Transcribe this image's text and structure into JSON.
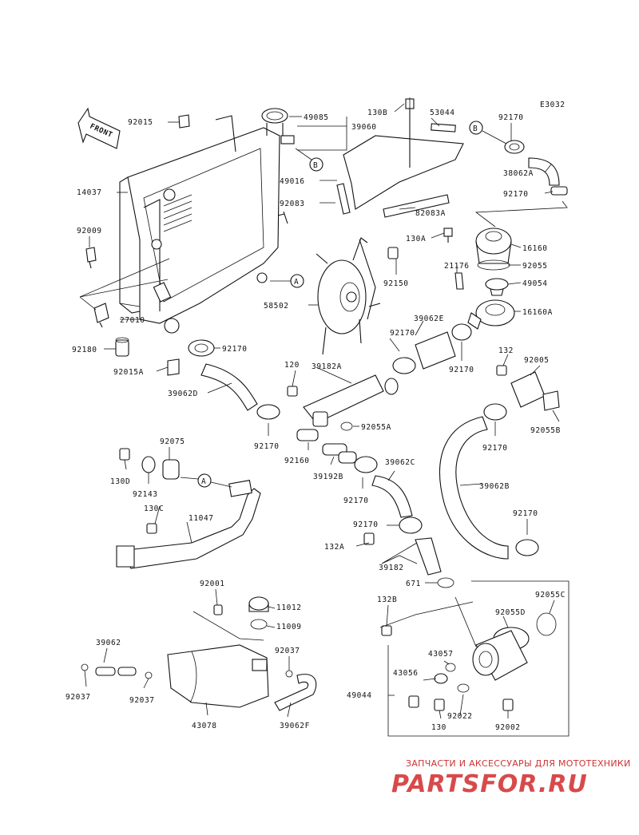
{
  "diagram_code": "E3032",
  "front_label": "FRONT",
  "labels": {
    "l92015": "92015",
    "l14037": "14037",
    "l92009": "92009",
    "l27010": "27010",
    "l92180": "92180",
    "l92015A": "92015A",
    "l49085": "49085",
    "l39060": "39060",
    "l49016": "49016",
    "l92083": "92083",
    "l130B": "130B",
    "l53044": "53044",
    "l82083A": "82083A",
    "l92170a": "92170",
    "l38062A": "38062A",
    "l92170b": "92170",
    "l130A": "130A",
    "l16160": "16160",
    "l21176": "21176",
    "l92055": "92055",
    "l49054": "49054",
    "l16160A": "16160A",
    "l92150": "92150",
    "l58502": "58502",
    "l92170c": "92170",
    "l39062D": "39062D",
    "l120": "120",
    "l39182A": "39182A",
    "l92170d": "92170",
    "l39062E": "39062E",
    "l92170e": "92170",
    "l132": "132",
    "l92005": "92005",
    "l92055B": "92055B",
    "l92055A": "92055A",
    "l92170f": "92170",
    "l92160": "92160",
    "l39192B": "39192B",
    "l92170g": "92170",
    "l39062C": "39062C",
    "l39062B": "39062B",
    "l92075": "92075",
    "l130D": "130D",
    "l92143": "92143",
    "l130C": "130C",
    "l11047": "11047",
    "l92170h": "92170",
    "l92170i": "92170",
    "l132A": "132A",
    "l39182": "39182",
    "l671": "671",
    "l92001": "92001",
    "l11012": "11012",
    "l11009": "11009",
    "l92037a": "92037",
    "l39062": "39062",
    "l92037b": "92037",
    "l92037c": "92037",
    "l43078": "43078",
    "l39062F": "39062F",
    "l132B": "132B",
    "l92055D": "92055D",
    "l92055C": "92055C",
    "l43057": "43057",
    "l43056": "43056",
    "l49044": "49044",
    "l130": "130",
    "l92022": "92022",
    "l92002": "92002"
  },
  "refs": {
    "refA1": "A",
    "refA2": "A",
    "refB1": "B",
    "refB2": "B"
  },
  "watermark": {
    "tagline": "ЗАПЧАСТИ И АКСЕССУАРЫ ДЛЯ МОТОТЕХНИКИ",
    "logo": "PARTSFOR.RU"
  }
}
